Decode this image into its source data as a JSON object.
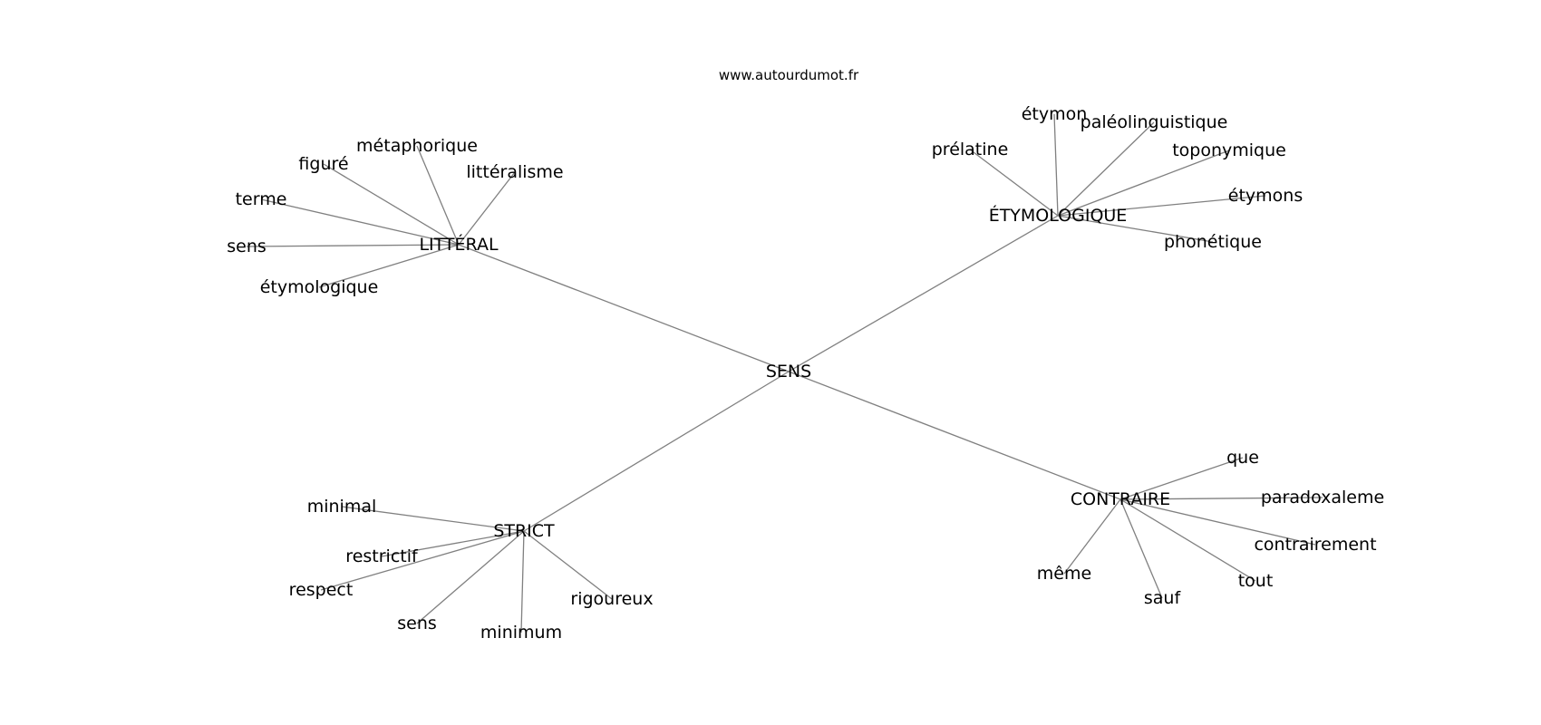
{
  "source": "www.autourdumot.fr",
  "graph": {
    "center": "SENS",
    "groups": [
      {
        "id": "litteral",
        "label": "LITTÉRAL",
        "children": [
          "métaphorique",
          "figuré",
          "littéralisme",
          "terme",
          "sens",
          "étymologique"
        ]
      },
      {
        "id": "etymologique",
        "label": "ÉTYMOLOGIQUE",
        "children": [
          "étymon",
          "paléolinguistique",
          "prélatine",
          "toponymique",
          "étymons",
          "phonétique"
        ]
      },
      {
        "id": "strict",
        "label": "STRICT",
        "children": [
          "minimal",
          "restrictif",
          "respect",
          "sens",
          "minimum",
          "rigoureux"
        ]
      },
      {
        "id": "contraire",
        "label": "CONTRAIRE",
        "children": [
          "que",
          "paradoxaleme",
          "contrairement",
          "tout",
          "sauf",
          "même"
        ]
      }
    ]
  }
}
